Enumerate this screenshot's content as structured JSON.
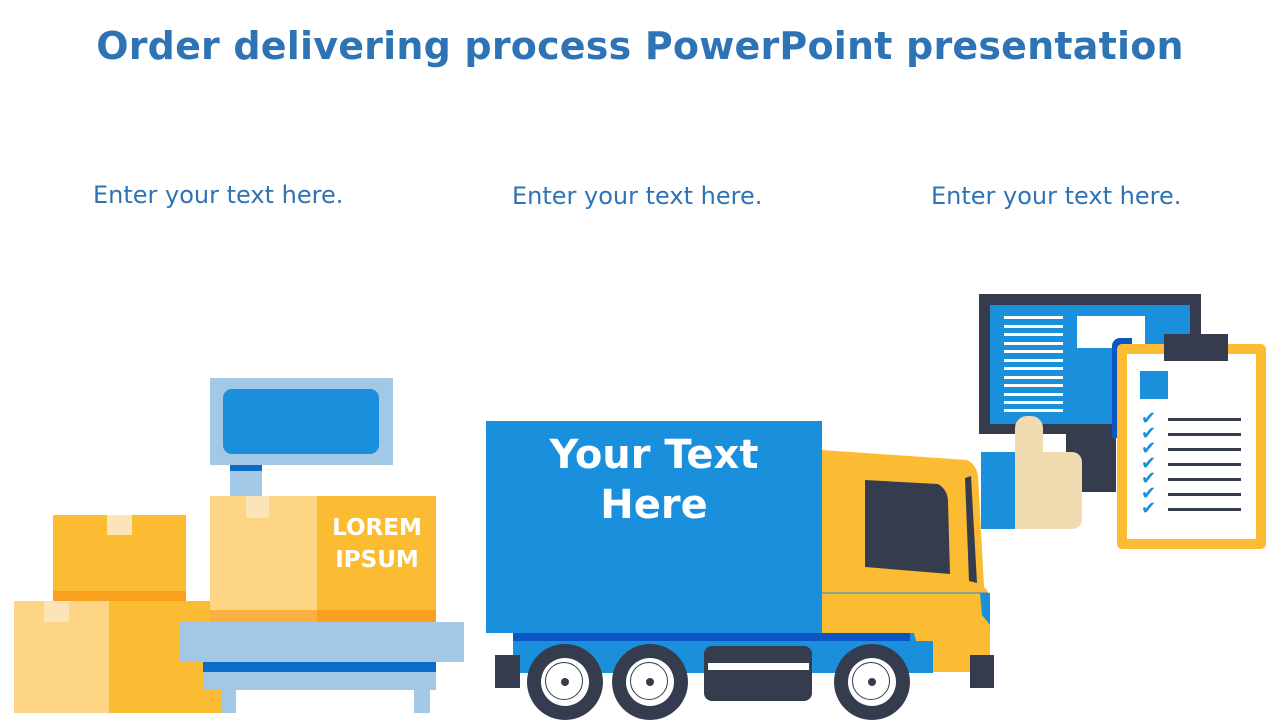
{
  "slide": {
    "title": "Order delivering process PowerPoint presentation",
    "captions": [
      "Enter your text here.",
      "Enter your text here.",
      "Enter your text here."
    ],
    "scale_label_line1": "LOREM",
    "scale_label_line2": "IPSUM",
    "truck_text_line1": "Your Text",
    "truck_text_line2": "Here"
  },
  "colors": {
    "title_blue": "#2e74b5",
    "primary_blue": "#1a8fdc",
    "light_blue": "#a3c8e6",
    "dark_blue": "#0b6cc8",
    "yellow": "#fbbb33",
    "light_yellow": "#fdd584",
    "orange": "#f9a11e",
    "navy": "#353c4e",
    "skin": "#f1dbb0"
  },
  "icons": [
    "boxes-icon",
    "weighing-scale-icon",
    "delivery-truck-icon",
    "monitor-icon",
    "thumbs-up-icon",
    "clipboard-checklist-icon"
  ]
}
